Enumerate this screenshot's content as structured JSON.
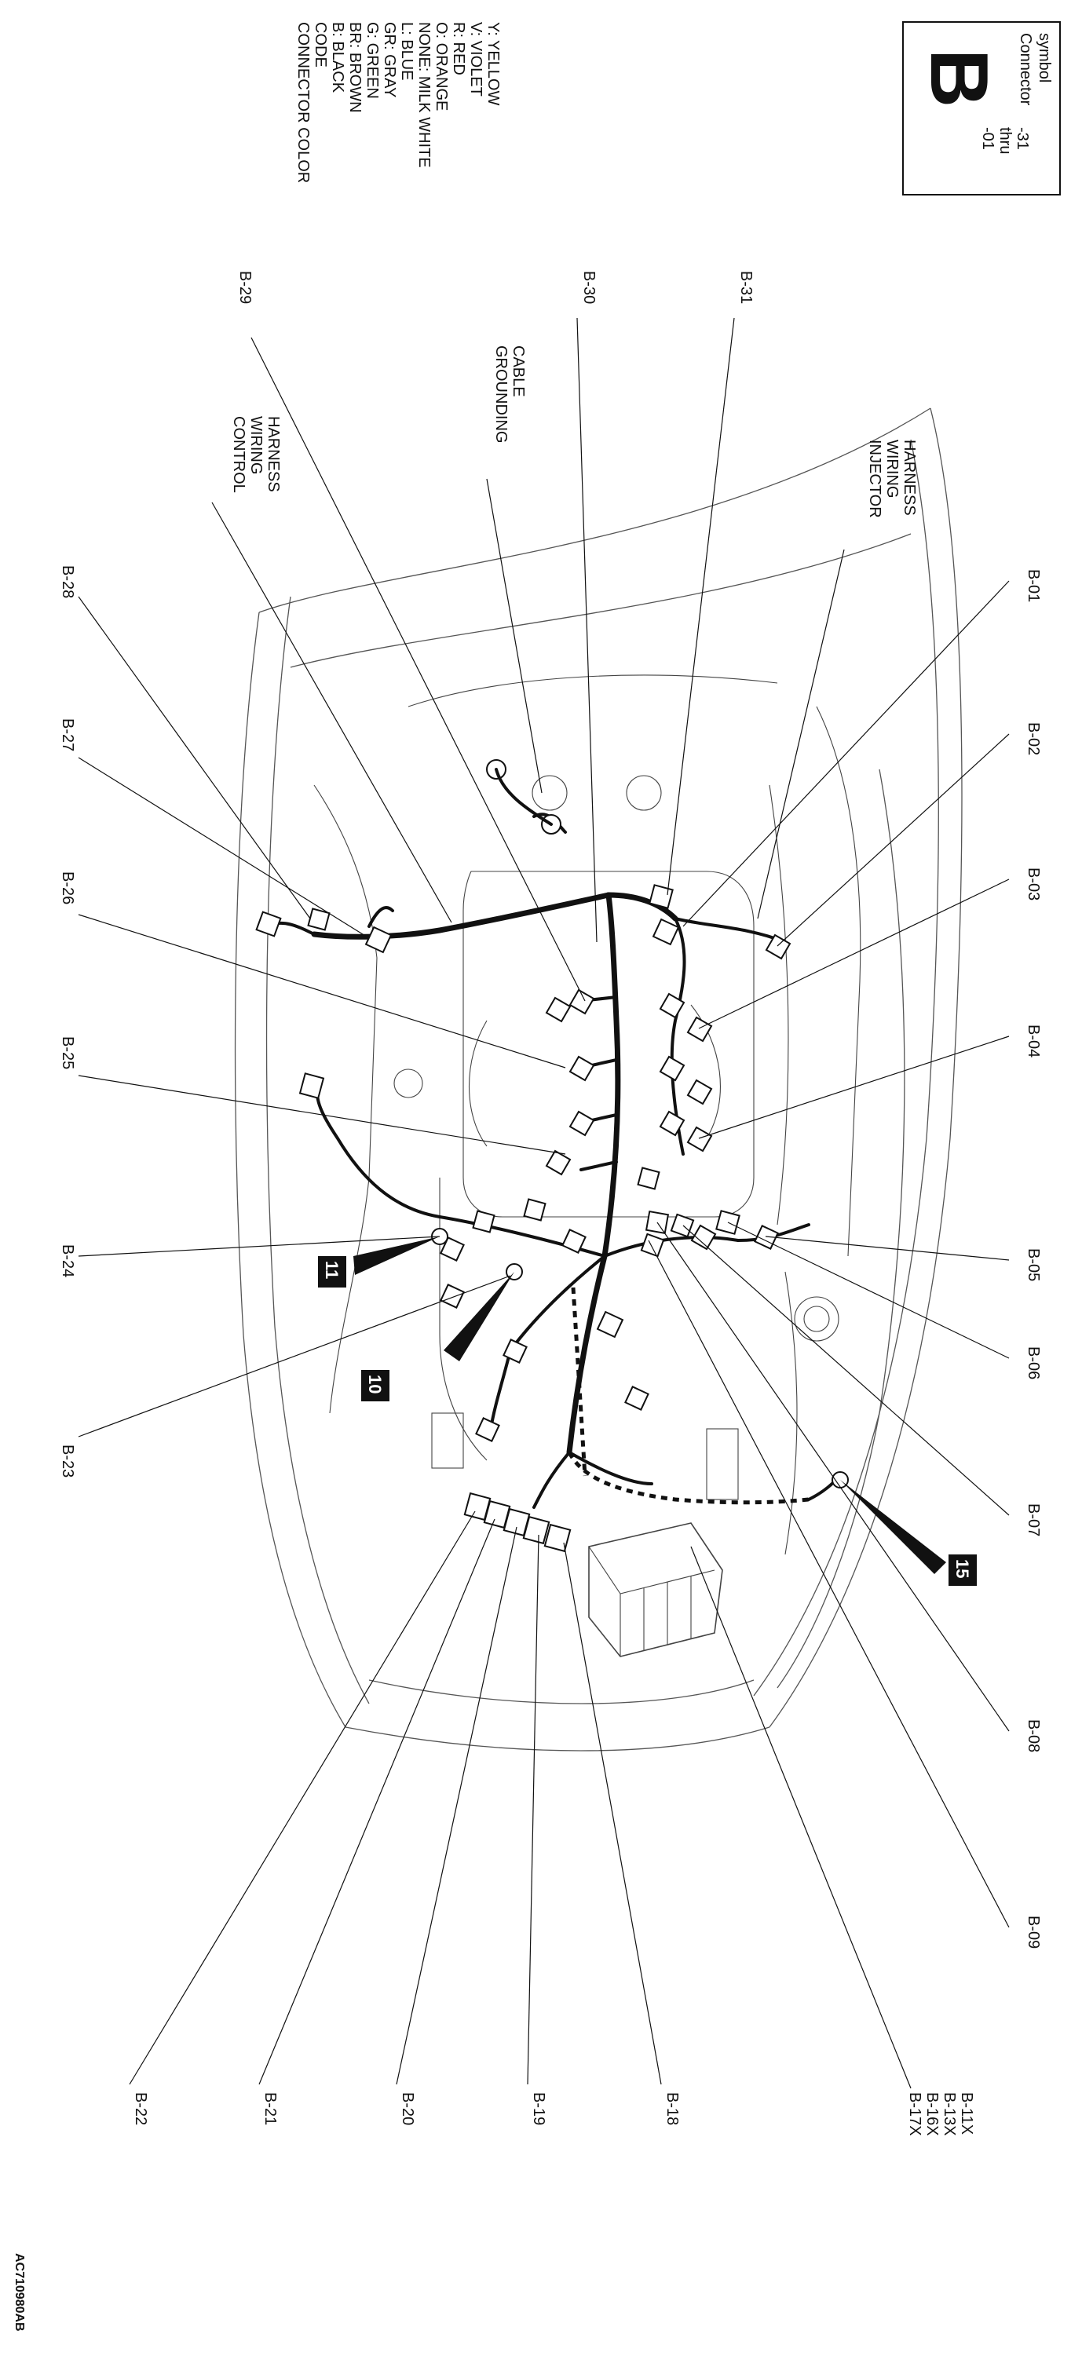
{
  "symbol": {
    "title": "Connector symbol",
    "letter": "B",
    "range_from": "-01",
    "range_word": "thru",
    "range_to": "-31"
  },
  "color_code": {
    "heading": "CONNECTOR COLOR CODE",
    "lines": [
      "B: BLACK",
      "BR: BROWN",
      "G: GREEN",
      "GR: GRAY",
      "L: BLUE",
      "NONE: MILK WHITE",
      "O: ORANGE",
      "R: RED",
      "V: VIOLET",
      "Y: YELLOW"
    ]
  },
  "harness_labels": {
    "injector": "INJECTOR WIRING HARNESS",
    "grounding": "GROUNDING CABLE",
    "control": "CONTROL WIRING HARNESS"
  },
  "connectors": {
    "b01": "B-01",
    "b02": "B-02",
    "b03": "B-03",
    "b04": "B-04",
    "b05": "B-05",
    "b06": "B-06",
    "b07": "B-07",
    "b08": "B-08",
    "b09": "B-09",
    "b11x": "B-11X",
    "b13x": "B-13X",
    "b16x": "B-16X",
    "b17x": "B-17X",
    "b18": "B-18",
    "b19": "B-19",
    "b20": "B-20",
    "b21": "B-21",
    "b22": "B-22",
    "b23": "B-23",
    "b24": "B-24",
    "b25": "B-25",
    "b26": "B-26",
    "b27": "B-27",
    "b28": "B-28",
    "b29": "B-29",
    "b30": "B-30",
    "b31": "B-31"
  },
  "grounds": {
    "g10": "10",
    "g11": "11",
    "g15": "15"
  },
  "figure_code": "AC710980AB"
}
